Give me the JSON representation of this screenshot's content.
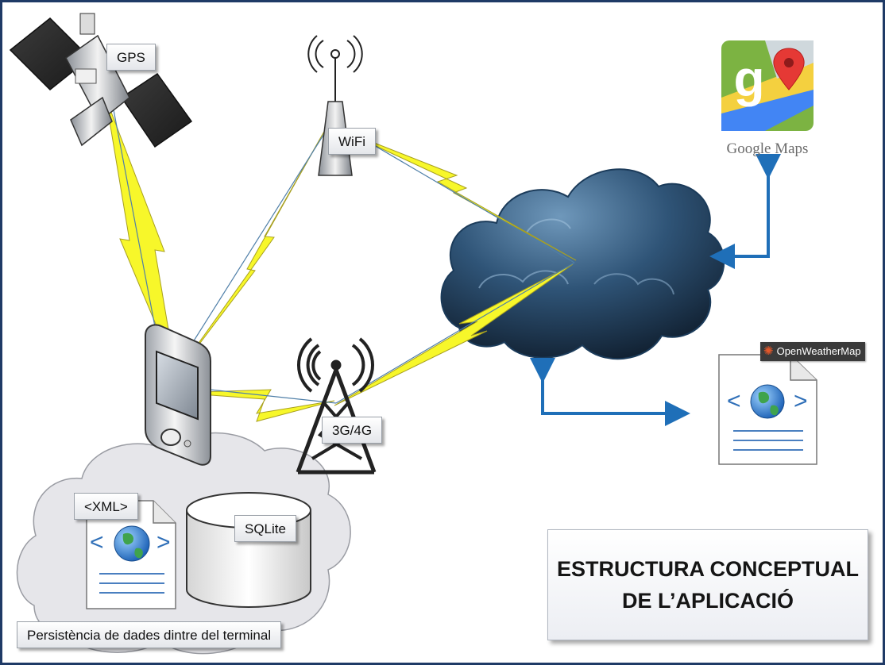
{
  "labels": {
    "gps": "GPS",
    "wifi": "WiFi",
    "mobile_network": "3G/4G",
    "xml": "<XML>",
    "sqlite": "SQLite",
    "persistence": "Persistència de dades dintre del terminal"
  },
  "services": {
    "google_maps": "Google Maps",
    "openweathermap": "OpenWeatherMap"
  },
  "title": {
    "line1": "ESTRUCTURA CONCEPTUAL",
    "line2": "DE L’APLICACIÓ"
  },
  "colors": {
    "border": "#1f3a66",
    "lightning": "#f7f72a",
    "arrow": "#1f6fb8",
    "cloud": "#2a4d6c",
    "local_cloud": "#e6e6ea"
  }
}
